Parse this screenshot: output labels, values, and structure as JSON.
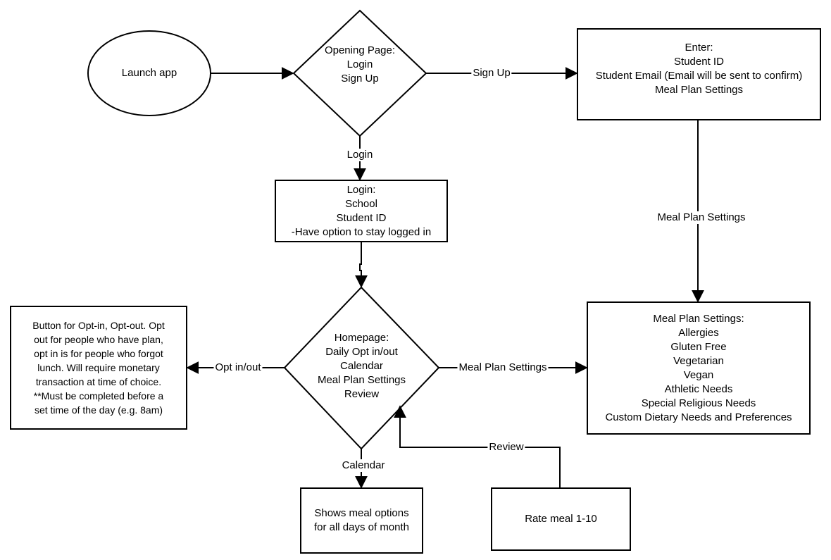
{
  "nodes": {
    "launch": {
      "lines": [
        "Launch app"
      ]
    },
    "opening": {
      "lines": [
        "Opening Page:",
        "Login",
        "Sign Up"
      ]
    },
    "signup": {
      "lines": [
        "Enter:",
        "Student ID",
        "Student Email (Email will be sent to confirm)",
        "Meal Plan Settings"
      ]
    },
    "login": {
      "lines": [
        "Login:",
        "School",
        "Student ID",
        "-Have option to stay logged in"
      ]
    },
    "homepage": {
      "lines": [
        "Homepage:",
        "Daily Opt in/out",
        "Calendar",
        "Meal Plan Settings",
        "Review"
      ]
    },
    "optin": {
      "lines": [
        "Button for Opt-in, Opt-out. Opt",
        "out for people who have plan,",
        "opt in is for people who forgot",
        "lunch. Will require monetary",
        "transaction at time of choice.",
        "**Must be completed before a",
        "set time of the day (e.g. 8am)"
      ]
    },
    "mealplan": {
      "lines": [
        "Meal Plan Settings:",
        "Allergies",
        "Gluten Free",
        "Vegetarian",
        "Vegan",
        "Athletic Needs",
        "Special Religious Needs",
        "Custom Dietary Needs and Preferences"
      ]
    },
    "calendar": {
      "lines": [
        "Shows meal options",
        "for all days of month"
      ]
    },
    "rate": {
      "lines": [
        "Rate meal 1-10"
      ]
    }
  },
  "edges": {
    "signup": "Sign Up",
    "login": "Login",
    "mealplan_top": "Meal Plan Settings",
    "optinout": "Opt in/out",
    "mealplan_home": "Meal Plan Settings",
    "calendar": "Calendar",
    "review": "Review"
  }
}
